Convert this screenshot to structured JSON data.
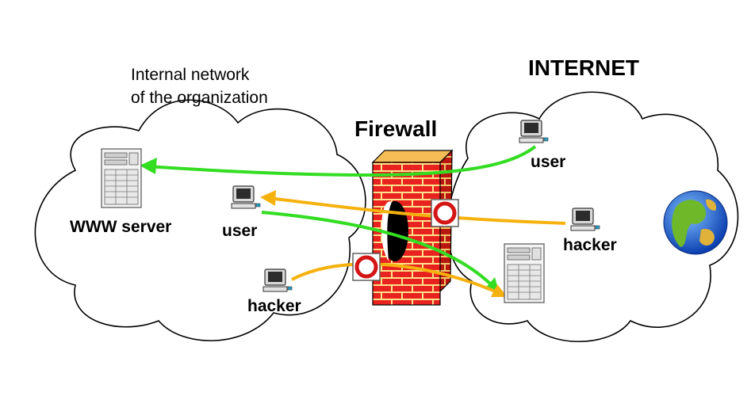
{
  "internal": {
    "title_line1": "Internal network",
    "title_line2": "of the organization",
    "www_server_label": "WWW server",
    "user_label": "user",
    "hacker_label": "hacker"
  },
  "firewall": {
    "label": "Firewall"
  },
  "internet": {
    "title": "INTERNET",
    "user_label": "user",
    "hacker_label": "hacker"
  },
  "colors": {
    "allowed_traffic": "#33dd22",
    "blocked_traffic": "#f5b20f",
    "brick": "#e8231f",
    "mortar": "#ffe08a",
    "block_sign_ring": "#d41515"
  }
}
